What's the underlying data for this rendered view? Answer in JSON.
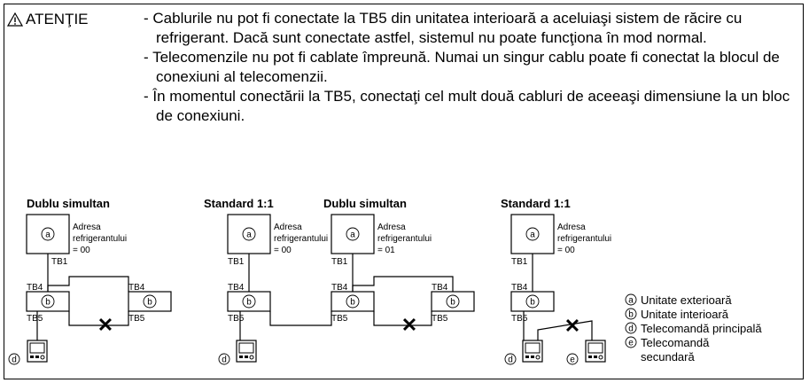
{
  "warning": {
    "title": "ATENŢIE"
  },
  "notes": [
    "- Cablurile nu pot fi conectate la TB5 din unitatea interioară a aceluiaşi sistem de răcire cu refrigerant. Dacă sunt conectate astfel, sistemul nu poate funcţiona în mod normal.",
    "- Telecomenzile nu pot fi cablate împreună. Numai un singur cablu poate fi conectat la blocul de conexiuni al telecomenzii.",
    "- În momentul conectării la TB5, conectaţi cel mult două cabluri de aceeaşi dimensiune la un bloc de conexiuni."
  ],
  "headings": [
    "Dublu simultan",
    "Standard 1:1",
    "Dublu simultan",
    "Standard 1:1"
  ],
  "address": {
    "line1": "Adresa",
    "line2": "refrigerantului",
    "value_00": "= 00",
    "value_01": "= 01"
  },
  "terminals": {
    "tb1": "TB1",
    "tb4": "TB4",
    "tb5": "TB5"
  },
  "markers": {
    "a": "a",
    "b": "b",
    "d": "d",
    "e": "e"
  },
  "legend": [
    {
      "marker": "a",
      "text": "Unitate exterioară"
    },
    {
      "marker": "b",
      "text": "Unitate interioară"
    },
    {
      "marker": "d",
      "text": "Telecomandă principală"
    },
    {
      "marker": "e",
      "text": "Telecomandă",
      "text2": "secundară"
    }
  ]
}
